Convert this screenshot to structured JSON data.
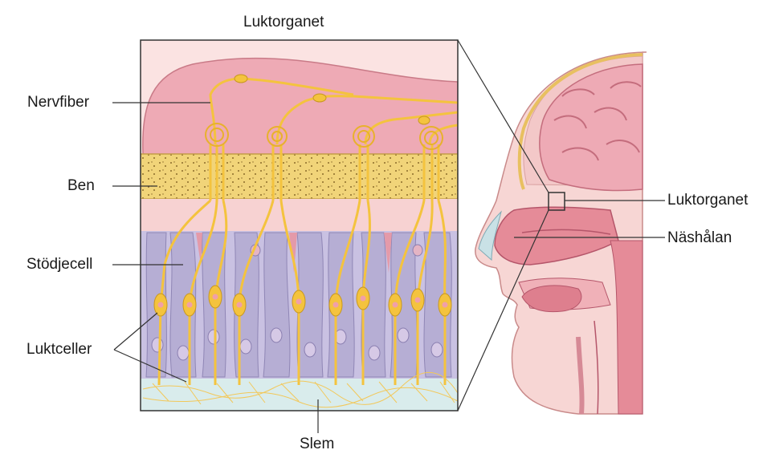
{
  "title": "Luktorganet",
  "labels": {
    "nervfiber": "Nervfiber",
    "ben": "Ben",
    "stodjecell": "Stödjecell",
    "luktceller": "Luktceller",
    "slem": "Slem",
    "luktorganet": "Luktorganet",
    "nashalan": "Näshålan"
  },
  "colors": {
    "bulb": "#eeaab5",
    "bone": "#f1d479",
    "nerve": "#f4c33e",
    "support_cell": "#b6aed4",
    "mucus": "#d9ecec",
    "tissue": "#f2b8bd"
  }
}
